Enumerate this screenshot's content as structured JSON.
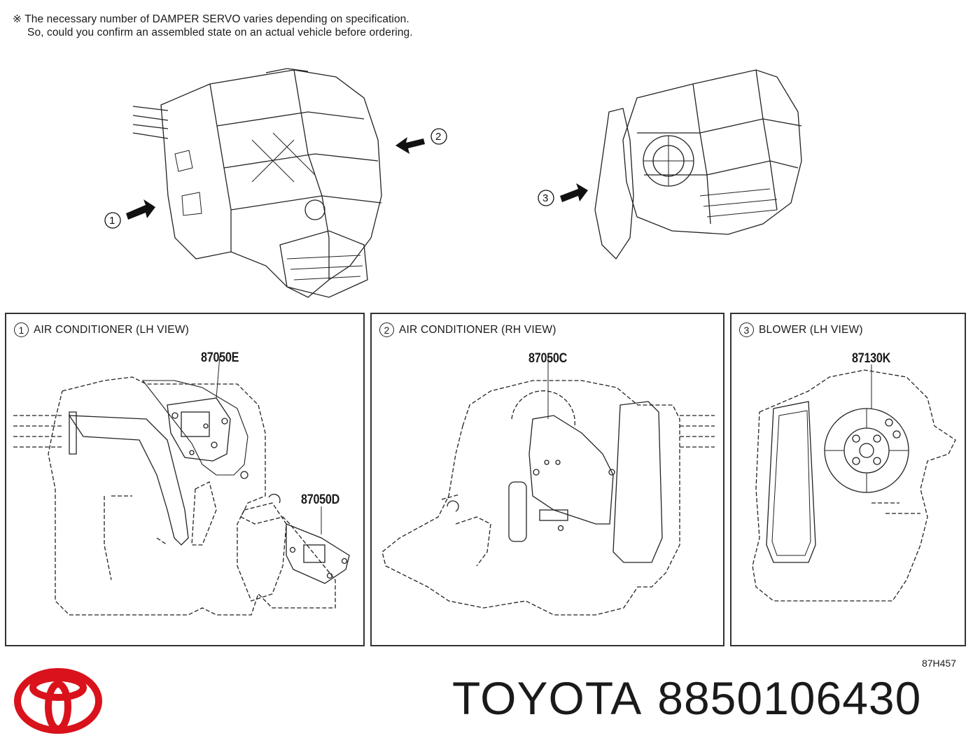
{
  "note": {
    "line1": "※ The necessary number of DAMPER SERVO varies depending on specification.",
    "line2": "So, could you confirm an assembled state on an actual vehicle before ordering."
  },
  "overview": {
    "callouts": [
      "1",
      "2",
      "3"
    ]
  },
  "panels": [
    {
      "number": "1",
      "title": "AIR CONDITIONER (LH VIEW)",
      "parts": [
        "87050E",
        "87050D"
      ]
    },
    {
      "number": "2",
      "title": "AIR CONDITIONER (RH VIEW)",
      "parts": [
        "87050C"
      ]
    },
    {
      "number": "3",
      "title": "BLOWER (LH VIEW)",
      "parts": [
        "87130K"
      ]
    }
  ],
  "diagram_ref": "87H457",
  "brand": {
    "name": "TOYOTA",
    "part_number": "8850106430",
    "logo_color": "#d9121b"
  }
}
